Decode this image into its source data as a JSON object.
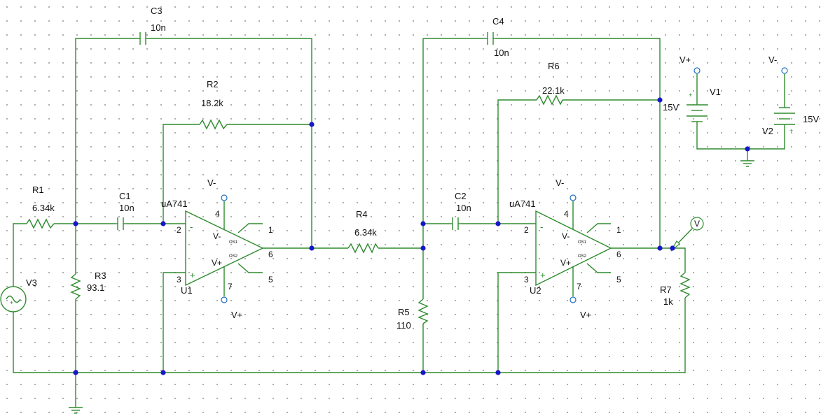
{
  "components": {
    "R1": {
      "ref": "R1",
      "value": "6.34k"
    },
    "R2": {
      "ref": "R2",
      "value": "18.2k"
    },
    "R3": {
      "ref": "R3",
      "value": "93.1"
    },
    "R4": {
      "ref": "R4",
      "value": "6.34k"
    },
    "R5": {
      "ref": "R5",
      "value": "110"
    },
    "R6": {
      "ref": "R6",
      "value": "22.1k"
    },
    "R7": {
      "ref": "R7",
      "value": "1k"
    },
    "C1": {
      "ref": "C1",
      "value": "10n"
    },
    "C2": {
      "ref": "C2",
      "value": "10n"
    },
    "C3": {
      "ref": "C3",
      "value": "10n"
    },
    "C4": {
      "ref": "C4",
      "value": "10n"
    },
    "V1": {
      "ref": "V1",
      "value": "15V"
    },
    "V2": {
      "ref": "V2",
      "value": "15V"
    },
    "V3": {
      "ref": "V3"
    },
    "U1": {
      "ref": "U1",
      "model": "uA741"
    },
    "U2": {
      "ref": "U2",
      "model": "uA741"
    }
  },
  "opamp_labels": {
    "minus": "-",
    "plus": "+",
    "vminus": "V-",
    "vplus": "V+",
    "os1": "OS1",
    "os2": "OS2",
    "pin_inv": "2",
    "pin_noninv": "3",
    "pin_vminus": "4",
    "pin_vplus": "7",
    "pin_out": "6",
    "pin_os1": "1",
    "pin_os2": "5"
  },
  "rails": {
    "vplus": "V+",
    "vminus": "V-"
  },
  "supply_polarity": {
    "plus": "+",
    "minus": "-"
  },
  "probe": {
    "label": "V"
  },
  "colors": {
    "wire": "#2e8b2e",
    "junction": "#1717c8",
    "pin": "#1f6fbf",
    "grid_dot": "#9a9a9a"
  }
}
